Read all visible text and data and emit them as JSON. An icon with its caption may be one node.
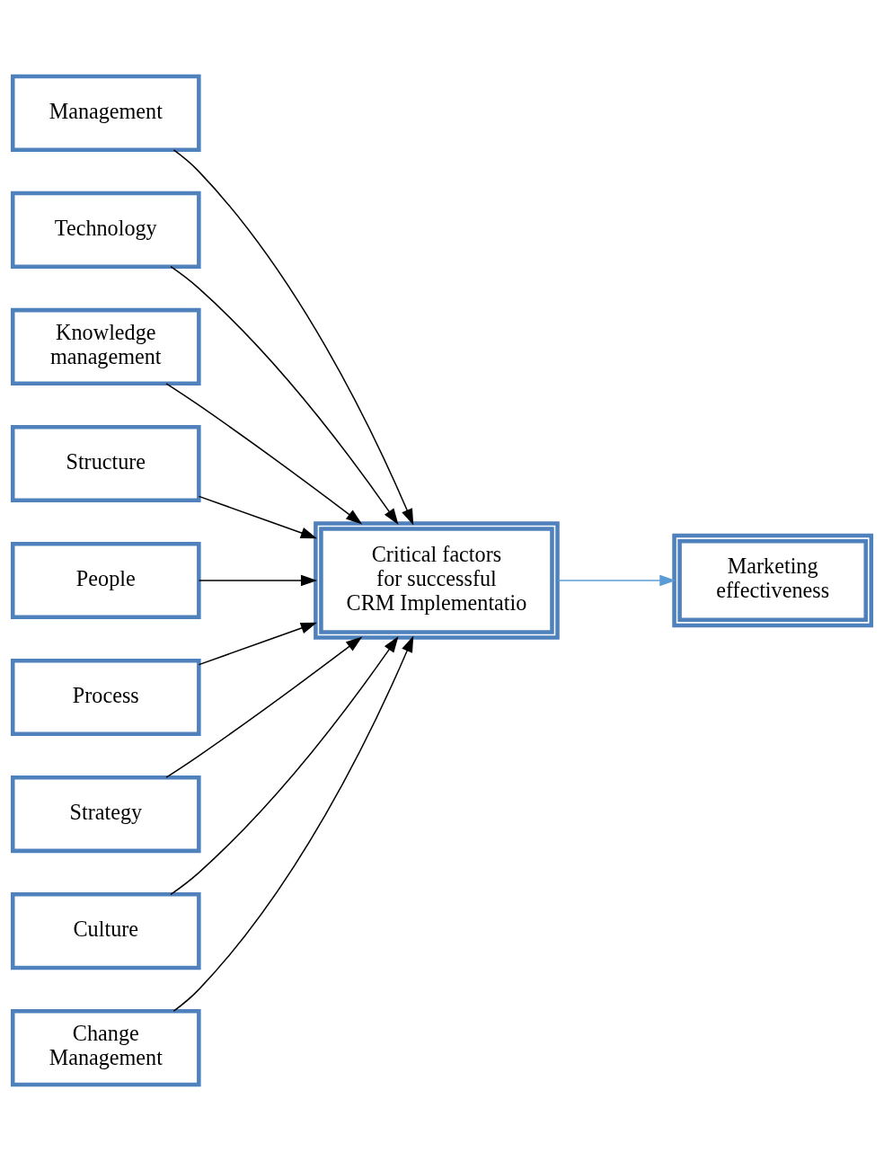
{
  "diagram": {
    "nodes": [
      {
        "text": [
          "Management"
        ]
      },
      {
        "text": [
          "Technology"
        ]
      },
      {
        "text": [
          "Knowledge management"
        ]
      },
      {
        "text": [
          "Structure"
        ]
      },
      {
        "text": [
          "People"
        ]
      },
      {
        "text": [
          "Process"
        ]
      },
      {
        "text": [
          "Strategy"
        ]
      },
      {
        "text": [
          "Culture"
        ]
      },
      {
        "text": [
          "Change Management"
        ]
      },
      {
        "text": [
          "Critical factors for successful CRM Implementatio"
        ]
      },
      {
        "text": [
          "Marketing effectiveness"
        ]
      }
    ],
    "edges": [
      {
        "from": 0,
        "to": 9,
        "arrow": "to"
      },
      {
        "from": 1,
        "to": 9,
        "arrow": "to"
      },
      {
        "from": 2,
        "to": 9,
        "arrow": "to"
      },
      {
        "from": 3,
        "to": 9,
        "arrow": "to"
      },
      {
        "from": 4,
        "to": 9,
        "arrow": "to"
      },
      {
        "from": 5,
        "to": 9,
        "arrow": "to"
      },
      {
        "from": 6,
        "to": 9,
        "arrow": "to"
      },
      {
        "from": 7,
        "to": 9,
        "arrow": "to"
      },
      {
        "from": 8,
        "to": 9,
        "arrow": "to"
      },
      {
        "from": 9,
        "to": 10,
        "arrow": "to",
        "color": "#5b9bd5"
      }
    ]
  }
}
